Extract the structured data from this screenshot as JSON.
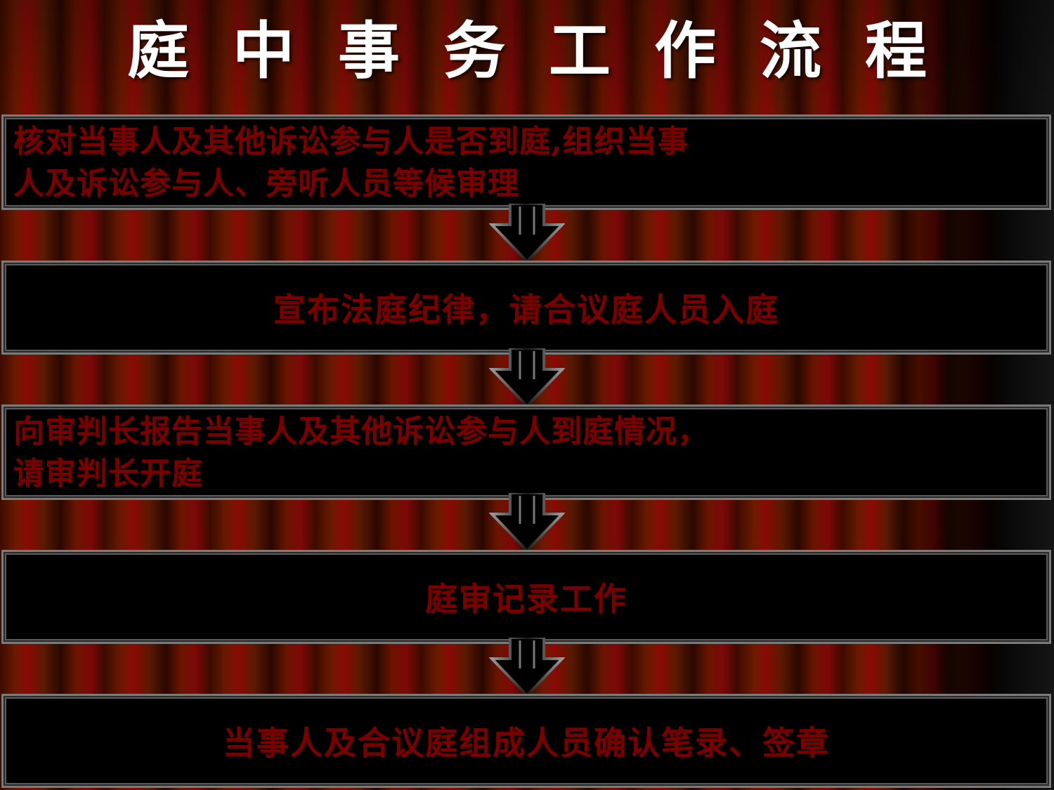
{
  "title": "庭中事务工作流程",
  "steps": [
    {
      "line1": "核对当事人及其他诉讼参与人是否到庭,组织当事",
      "line2": "人及诉讼参与人、旁听人员等候审理"
    },
    {
      "text": "宣布法庭纪律，请合议庭人员入庭"
    },
    {
      "line1": "向审判长报告当事人及其他诉讼参与人到庭情况，",
      "line2": "请审判长开庭"
    },
    {
      "text": "庭审记录工作"
    },
    {
      "text": "当事人及合议庭组成人员确认笔录、签章"
    }
  ],
  "colors": {
    "step_text": "#7a0000",
    "title_text": "#ffffff",
    "box_fill": "#000000",
    "box_border": "#7a7a7a"
  },
  "icons": {
    "connector": "down-arrow-icon"
  }
}
